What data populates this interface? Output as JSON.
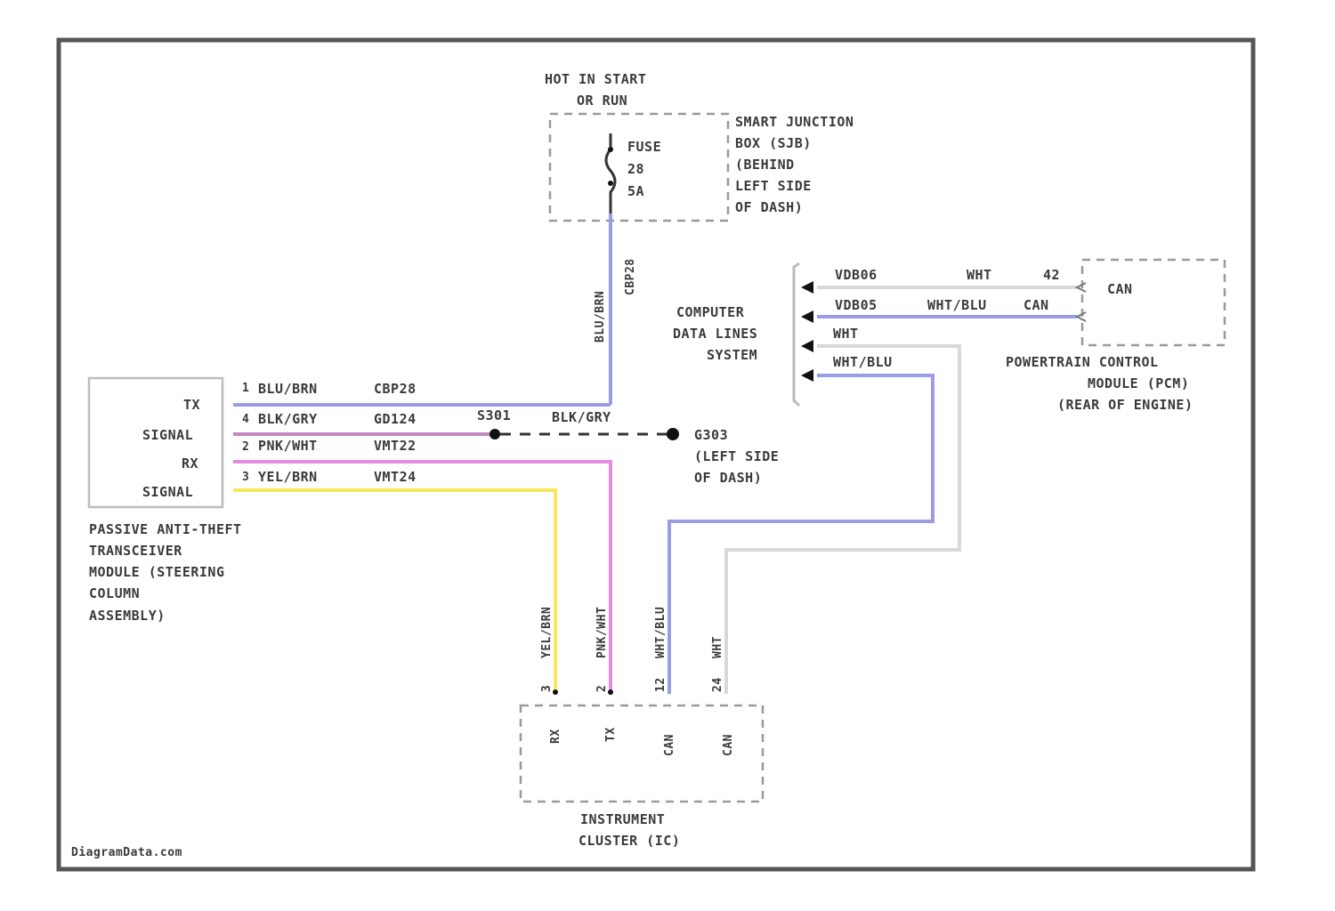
{
  "colors": {
    "blue": "#9b9be8",
    "pink": "#e48be0",
    "yellow": "#f5e85a",
    "white_wire": "#d8d8d8",
    "frame": "#555555",
    "text": "#3a3a3a"
  },
  "fuse_feed": {
    "hot_label_1": "HOT IN START",
    "hot_label_2": "OR RUN",
    "fuse_1": "FUSE",
    "fuse_2": "28",
    "fuse_3": "5A",
    "sjb_1": "SMART JUNCTION",
    "sjb_2": "BOX (SJB)",
    "sjb_3": "(BEHIND",
    "sjb_4": "LEFT SIDE",
    "sjb_5": "OF DASH)",
    "wire_color": "BLU/BRN",
    "circuit": "CBP28"
  },
  "pats_module": {
    "pin_tx": "TX",
    "pin_signal_1": "SIGNAL",
    "pin_rx": "RX",
    "pin_signal_2": "SIGNAL",
    "name_1": "PASSIVE ANTI-THEFT",
    "name_2": "TRANSCEIVER",
    "name_3": "MODULE (STEERING",
    "name_4": "COLUMN",
    "name_5": "ASSEMBLY)"
  },
  "pats_wires": {
    "w1_pin": "1",
    "w1_color": "BLU/BRN",
    "w1_circuit": "CBP28",
    "w2_pin": "4",
    "w2_color": "BLK/GRY",
    "w2_circuit": "GD124",
    "w3_pin": "2",
    "w3_color": "PNK/WHT",
    "w3_circuit": "VMT22",
    "w4_pin": "3",
    "w4_color": "YEL/BRN",
    "w4_circuit": "VMT24",
    "splice": "S301",
    "ground_wire_color": "BLK/GRY"
  },
  "ground": {
    "id": "G303",
    "loc_1": "(LEFT SIDE",
    "loc_2": "OF DASH)"
  },
  "data_lines": {
    "row1_circuit": "VDB06",
    "row1_color": "WHT",
    "row1_pin": "42",
    "row2_circuit": "VDB05",
    "row2_color": "WHT/BLU",
    "row2_can": "CAN",
    "row3_color": "WHT",
    "row4_color": "WHT/BLU",
    "system_1": "COMPUTER",
    "system_2": "DATA LINES",
    "system_3": "SYSTEM"
  },
  "pcm": {
    "can_label": "CAN",
    "name_1": "POWERTRAIN CONTROL",
    "name_2": "MODULE (PCM)",
    "name_3": "(REAR OF ENGINE)"
  },
  "cluster": {
    "wire_yel": "YEL/BRN",
    "wire_pnk": "PNK/WHT",
    "wire_wht_blu": "WHT/BLU",
    "wire_wht": "WHT",
    "pin_1": "3",
    "pin_2": "2",
    "pin_3": "12",
    "pin_4": "24",
    "term_1": "RX",
    "term_2": "TX",
    "term_3": "CAN",
    "term_4": "CAN",
    "name_1": "INSTRUMENT",
    "name_2": "CLUSTER (IC)"
  },
  "watermark": "DiagramData.com"
}
